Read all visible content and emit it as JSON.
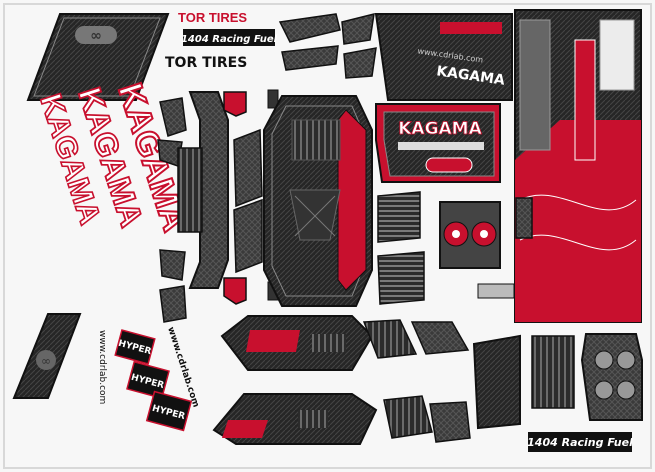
{
  "brand": {
    "tor_tires": "TOR TIRES",
    "racing_fuel": "1404 Racing Fuel",
    "kagama": "KAGAMA",
    "hyper": "HYPER",
    "url": "www.cdrlab.com"
  },
  "colors": {
    "red": "#c8102e",
    "dark": "#2a2a2a",
    "carbon": "#3a3a3a",
    "silver": "#b9b9b9",
    "white": "#ffffff",
    "outline": "#111111"
  },
  "icons": {
    "fan": "fan-icon",
    "logo": "infinity-logo-icon"
  }
}
